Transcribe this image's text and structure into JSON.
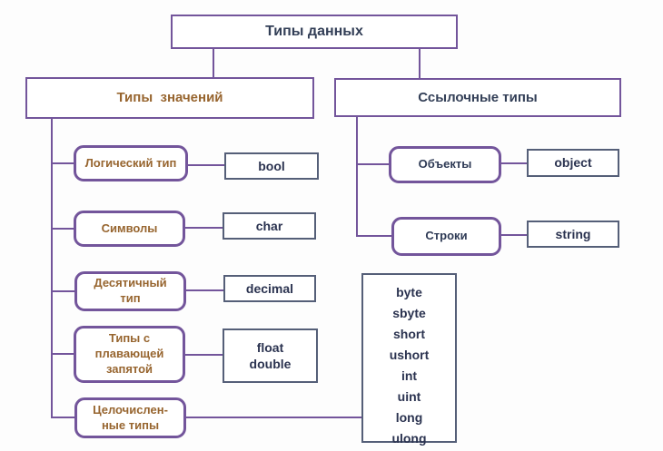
{
  "diagram": {
    "title": "Типы данных",
    "colors": {
      "box_border_purple": "#73559b",
      "type_box_border_slate": "#555f78",
      "label_brown": "#97652f",
      "label_navy": "#2e3a55",
      "background": "#fdfdfd"
    },
    "root": {
      "label": "Типы данных"
    },
    "branches": {
      "value_types": {
        "label": "Типы  значений"
      },
      "reference_types": {
        "label": "Ссылочные типы"
      }
    },
    "value_children": [
      {
        "label": "Логический тип",
        "type": "bool"
      },
      {
        "label": "Символы",
        "type": "char"
      },
      {
        "label": "Десятичный\nтип",
        "type": "decimal"
      },
      {
        "label": "Типы с\nплавающей\nзапятой",
        "type": "float\ndouble"
      },
      {
        "label": "Целочислен-\nные типы",
        "types": [
          "byte",
          "sbyte",
          "short",
          "ushort",
          "int",
          "uint",
          "long",
          "ulong"
        ]
      }
    ],
    "reference_children": [
      {
        "label": "Объекты",
        "type": "object"
      },
      {
        "label": "Строки",
        "type": "string"
      }
    ]
  }
}
